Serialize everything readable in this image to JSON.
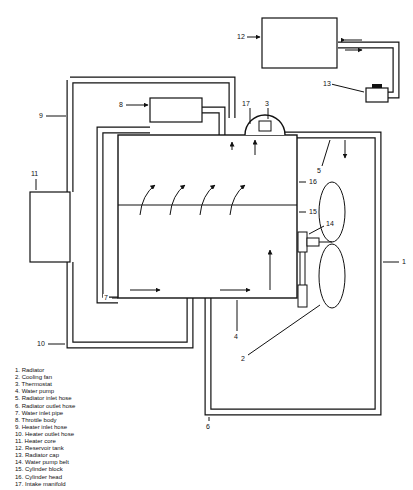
{
  "diagram": {
    "labels": [
      "12",
      "13",
      "8",
      "17",
      "3",
      "9",
      "11",
      "5",
      "16",
      "15",
      "14",
      "1",
      "7",
      "4",
      "2",
      "10",
      "6",
      "1. Radiator",
      "2. Cooling fan",
      "3. Thermostat",
      "4. Water pump",
      "5. Radiator inlet hose",
      "6. Radiator outlet hose",
      "7. Water inlet pipe",
      "8. Throttle body",
      "9. Heater inlet hose",
      "10. Heater outlet hose",
      "11. Heater core",
      "12. Reservoir tank",
      "13. Radiator cap",
      "14. Water pump belt",
      "15. Cylinder block",
      "16. Cylinder head",
      "17. Intake manifold"
    ]
  }
}
